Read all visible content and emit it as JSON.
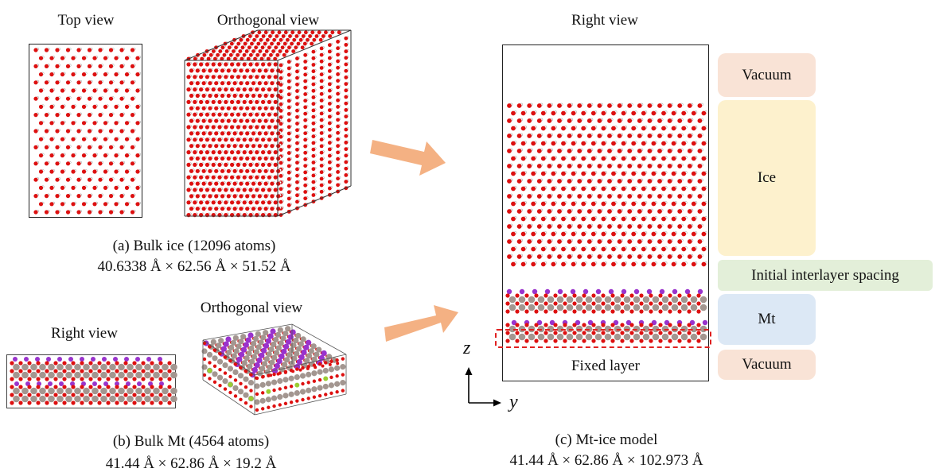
{
  "panel_a": {
    "top_view_label": "Top view",
    "orthogonal_view_label": "Orthogonal view",
    "caption_line1": "(a) Bulk ice (12096 atoms)",
    "caption_line2": "40.6338 Å × 62.56 Å × 51.52 Å"
  },
  "panel_b": {
    "right_view_label": "Right view",
    "orthogonal_view_label": "Orthogonal view",
    "caption_line1": "(b) Bulk Mt (4564 atoms)",
    "caption_line2": "41.44 Å × 62.86 Å × 19.2 Å"
  },
  "panel_c": {
    "right_view_label": "Right view",
    "fixed_layer_label": "Fixed layer",
    "axis_z": "z",
    "axis_y": "y",
    "caption_line1": "(c) Mt-ice model",
    "caption_line2": "41.44 Å × 62.86 Å × 102.973 Å"
  },
  "regions": {
    "vacuum_top": "Vacuum",
    "ice": "Ice",
    "interlayer": "Initial interlayer spacing",
    "mt": "Mt",
    "vacuum_bottom": "Vacuum"
  },
  "colors": {
    "vacuum": "#f9e3d6",
    "ice": "#fdf1cd",
    "interlayer": "#e3efd9",
    "mt": "#dce8f5",
    "arrow": "#f4b183",
    "oxygen": "#dd1010",
    "hydrogen": "#ffffff",
    "metal": "#a39690",
    "potassium": "#9933cc",
    "dashed_box": "#e02020"
  }
}
